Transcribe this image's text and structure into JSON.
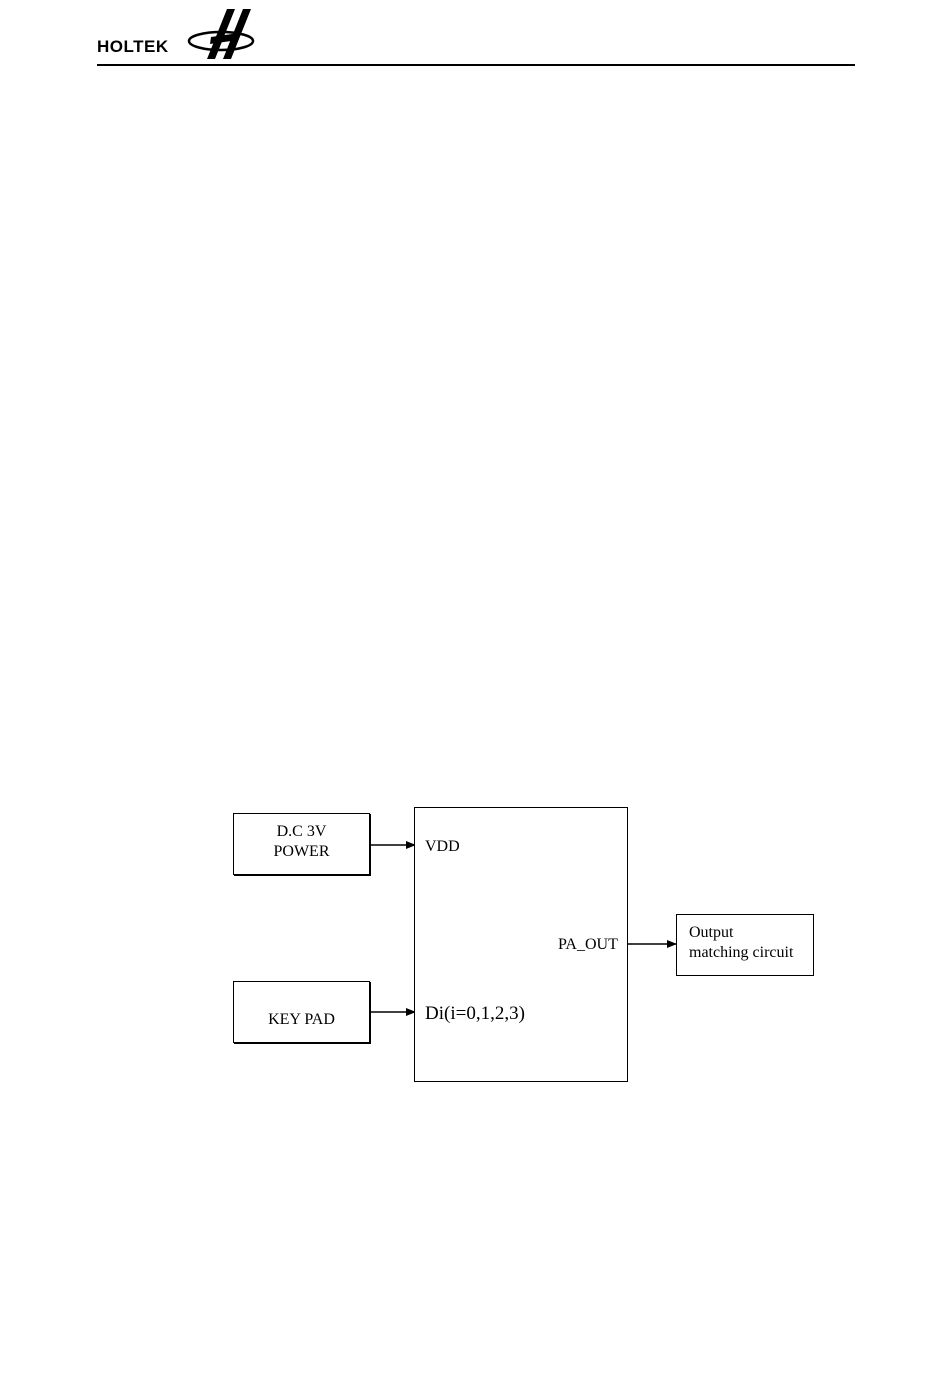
{
  "header": {
    "brand": "HOLTEK",
    "logo_icon": "holtek-logo-icon"
  },
  "diagram": {
    "power_block": {
      "line1": "D.C 3V",
      "line2": "POWER"
    },
    "keypad_block": {
      "label": "KEY PAD"
    },
    "chip_block": {
      "vdd_pin": "VDD",
      "data_pins": "Di(i=0,1,2,3)",
      "pa_out_pin": "PA_OUT"
    },
    "output_block": {
      "line1": "Output",
      "line2": "matching circuit"
    }
  }
}
